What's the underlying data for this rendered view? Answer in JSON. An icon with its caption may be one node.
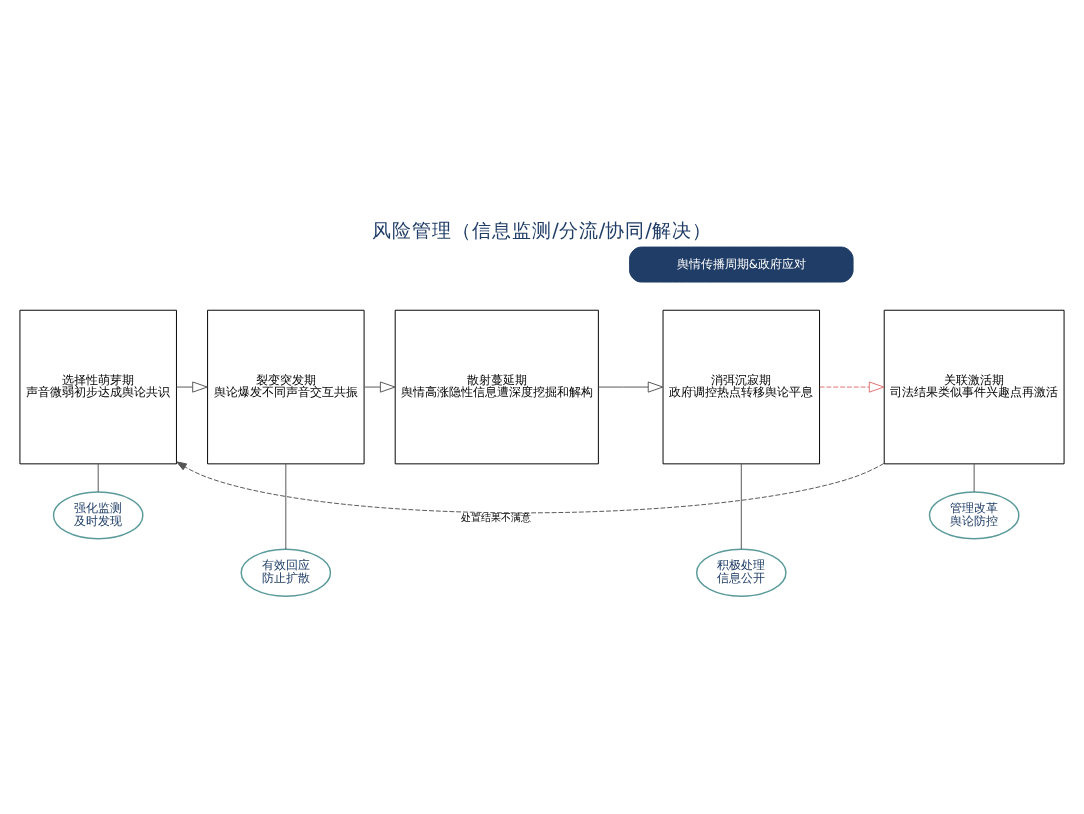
{
  "diagram": {
    "title": "风险管理（信息监测/分流/协同/解决）",
    "nodes": [
      {
        "text": [
          "舆情传播周期&政府应对"
        ]
      },
      {
        "text": [
          "选择性萌芽期",
          "声音微弱初步达成舆论共识"
        ]
      },
      {
        "text": [
          "裂变突发期",
          "舆论爆发不同声音交互共振"
        ]
      },
      {
        "text": [
          "散射蔓延期",
          "舆情高涨隐性信息遭深度挖掘和解构"
        ]
      },
      {
        "text": [
          "消弭沉寂期",
          "政府调控热点转移舆论平息"
        ]
      },
      {
        "text": [
          "关联激活期",
          "司法结果类似事件兴趣点再激活"
        ]
      },
      {
        "text": [
          "强化监测",
          "及时发现"
        ]
      },
      {
        "text": [
          "有效回应",
          "防止扩散"
        ]
      },
      {
        "text": [
          "积极处理",
          "信息公开"
        ]
      },
      {
        "text": [
          "管理改革",
          "舆论防控"
        ]
      }
    ],
    "edges": [
      {
        "from": 1,
        "to": 2,
        "arrow": "to"
      },
      {
        "from": 2,
        "to": 3,
        "arrow": "to"
      },
      {
        "from": 3,
        "to": 4,
        "arrow": "to"
      },
      {
        "from": 4,
        "to": 5,
        "arrow": "to",
        "style": "dashed",
        "color": "#e07070"
      },
      {
        "from": 5,
        "to": 1,
        "arrow": "to",
        "style": "dashed",
        "label": "处置结果不满意"
      },
      {
        "from": 6,
        "to": 1,
        "arrow": "none"
      },
      {
        "from": 7,
        "to": 2,
        "arrow": "none"
      },
      {
        "from": 8,
        "to": 4,
        "arrow": "none"
      },
      {
        "from": 9,
        "to": 5,
        "arrow": "none"
      }
    ]
  }
}
